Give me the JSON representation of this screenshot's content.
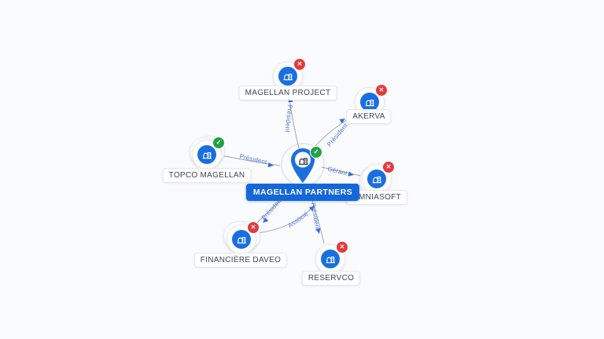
{
  "background_color": "#fafbfd",
  "colors": {
    "node_icon_blue": "#1a6fe0",
    "center_label_bg": "#1467d8",
    "badge_red": "#e5393f",
    "badge_green": "#23a146",
    "edge_line_gray": "#9aa3b0",
    "edge_label_blue": "#4f74d9",
    "arrow_blue": "#3d6be0",
    "label_text": "#3f4454"
  },
  "graph": {
    "center_node": {
      "label": "MAGELLAN PARTNERS",
      "status": "active",
      "badge_glyph": "✓"
    },
    "nodes": [
      {
        "label": "MAGELLAN PROJECT",
        "status": "inactive",
        "badge_glyph": "✕"
      },
      {
        "label": "AKERVA",
        "status": "inactive",
        "badge_glyph": "✕"
      },
      {
        "label": "TOPCO MAGELLAN",
        "status": "active",
        "badge_glyph": "✓"
      },
      {
        "label": "OMNIASOFT",
        "status": "inactive",
        "badge_glyph": "✕"
      },
      {
        "label": "FINANCIÈRE DAVEO",
        "status": "inactive",
        "badge_glyph": "✕"
      },
      {
        "label": "RESERVCO",
        "status": "inactive",
        "badge_glyph": "✕"
      }
    ],
    "edges": [
      {
        "from": "MAGELLAN PARTNERS",
        "to": "MAGELLAN PROJECT",
        "label": "Président"
      },
      {
        "from": "MAGELLAN PARTNERS",
        "to": "AKERVA",
        "label": "Président"
      },
      {
        "from": "TOPCO MAGELLAN",
        "to": "MAGELLAN PARTNERS",
        "label": "Président"
      },
      {
        "from": "MAGELLAN PARTNERS",
        "to": "OMNIASOFT",
        "label": "Gérant"
      },
      {
        "from": "MAGELLAN PARTNERS",
        "to": "FINANCIÈRE DAVEO",
        "label": "Président"
      },
      {
        "from": "MAGELLAN PARTNERS",
        "to": "RESERVCO",
        "label": "Président"
      },
      {
        "from": "FINANCIÈRE DAVEO",
        "to": "MAGELLAN PARTNERS",
        "label": "Associé"
      }
    ]
  }
}
